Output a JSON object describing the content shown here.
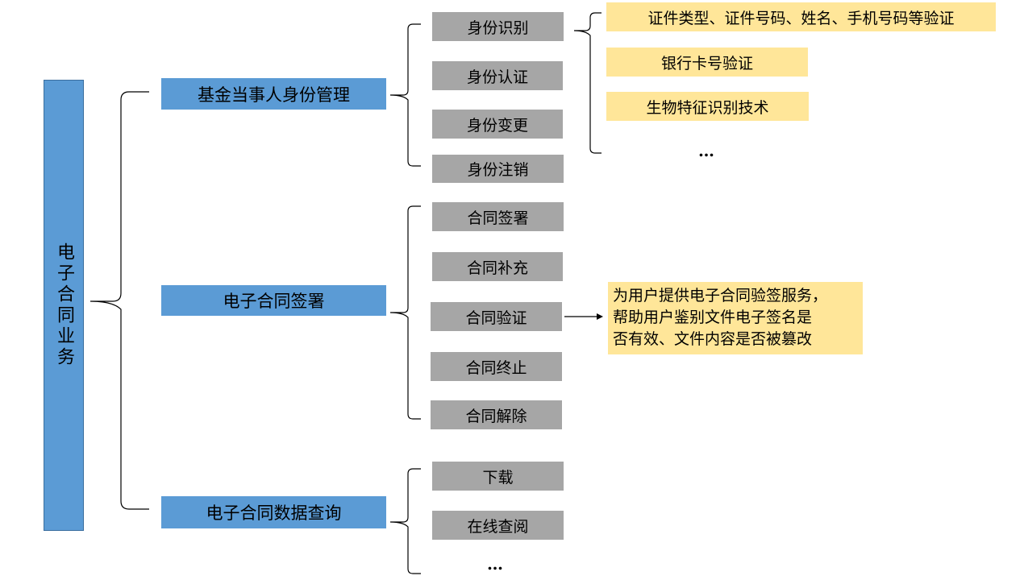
{
  "root": {
    "label": "电子合同业务"
  },
  "branches": [
    {
      "label": "基金当事人身份管理",
      "children": [
        "身份识别",
        "身份认证",
        "身份变更",
        "身份注销"
      ]
    },
    {
      "label": "电子合同签署",
      "children": [
        "合同签署",
        "合同补充",
        "合同验证",
        "合同终止",
        "合同解除"
      ]
    },
    {
      "label": "电子合同数据查询",
      "children": [
        "下载",
        "在线查阅"
      ],
      "more": "…"
    }
  ],
  "identity_methods": {
    "items": [
      "证件类型、证件号码、姓名、手机号码等验证",
      "银行卡号验证",
      "生物特征识别技术"
    ],
    "more": "…"
  },
  "verify_note": {
    "lines": [
      "为用户提供电子合同验签服务，",
      "帮助用户鉴别文件电子签名是",
      "否有效、文件内容是否被篡改"
    ]
  },
  "colors": {
    "root": "#5b9bd5",
    "level1": "#5b9bd5",
    "level2": "#a6a6a6",
    "note": "#ffe699"
  }
}
